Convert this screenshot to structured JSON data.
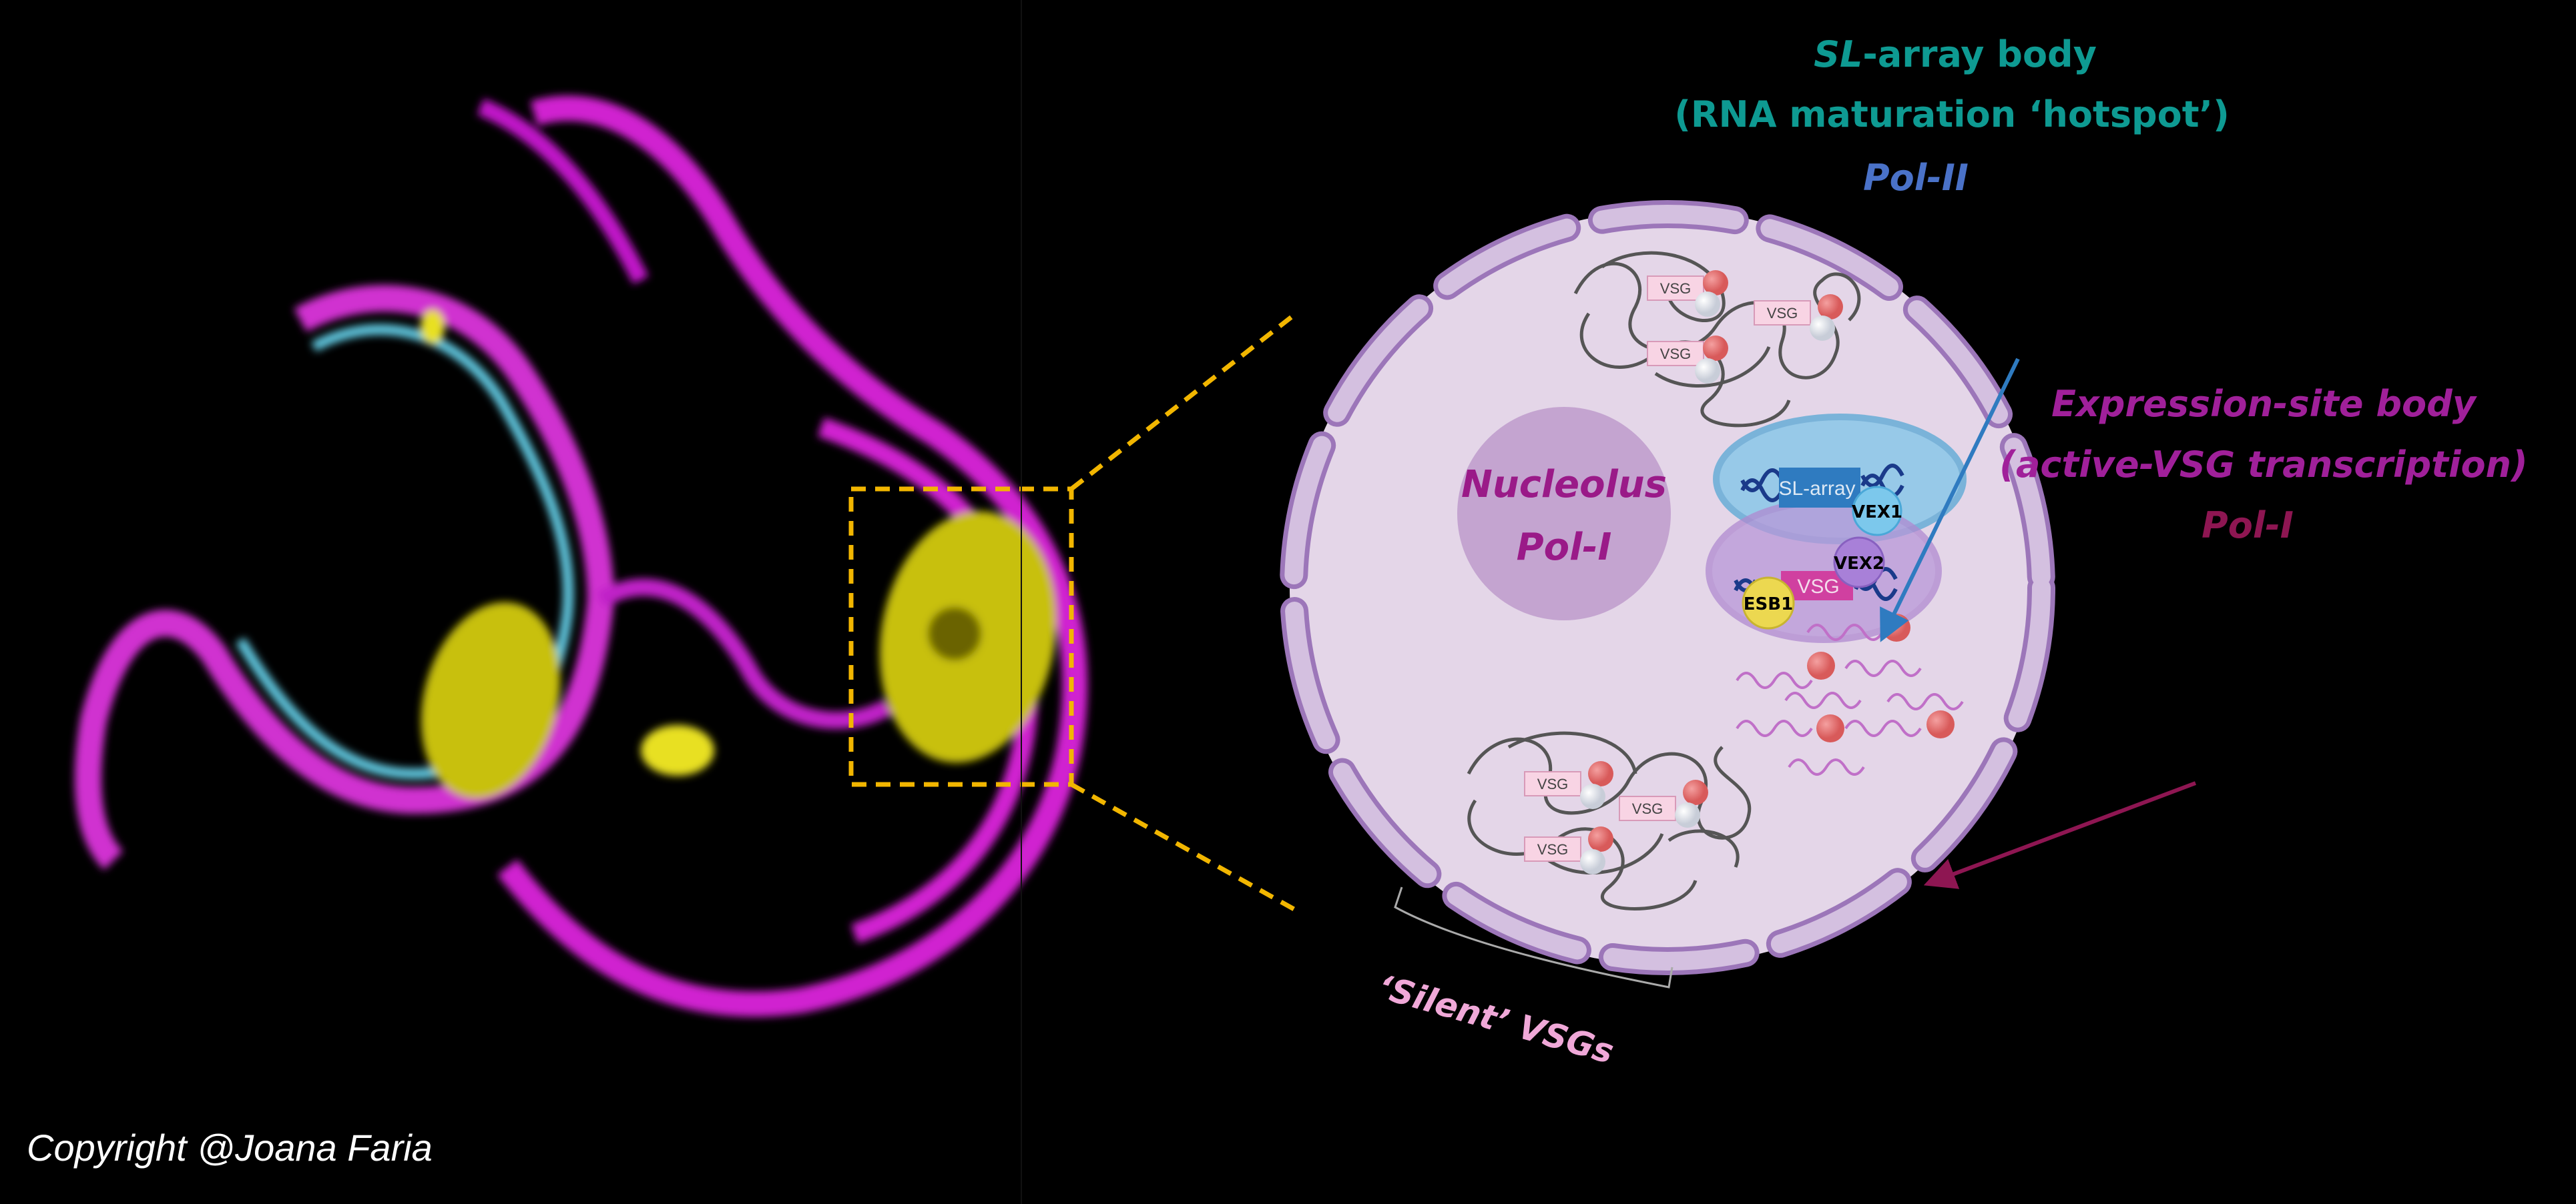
{
  "copyright": "Copyright @Joana Faria",
  "labels": {
    "sl_body_title_prefix": "SL",
    "sl_body_title_rest": "-array body",
    "sl_body_subtitle": "(RNA maturation ‘hotspot’)",
    "pol2": "Pol-II",
    "es_body_title": "Expression-site body",
    "es_body_subtitle": "(active-VSG transcription)",
    "pol1": "Pol-I",
    "nucleolus": "Nucleolus",
    "nucleolus_pol": "Pol-I",
    "silent_vsgs": "‘Silent’ VSGs"
  },
  "components": {
    "sl_array": "SL-array",
    "vex1": "VEX1",
    "vex2": "VEX2",
    "vsg_active": "VSG",
    "esb1": "ESB1",
    "vsg_gene": "VSG"
  },
  "colors": {
    "teal": "#0e9a92",
    "pol2_blue": "#4a72c8",
    "es_magenta": "#a0209a",
    "pol1_crimson": "#8e1652",
    "nucleolus_text": "#9a1a88",
    "silent_pink": "#f0a8d8",
    "zoom_box": "#f2b600"
  }
}
